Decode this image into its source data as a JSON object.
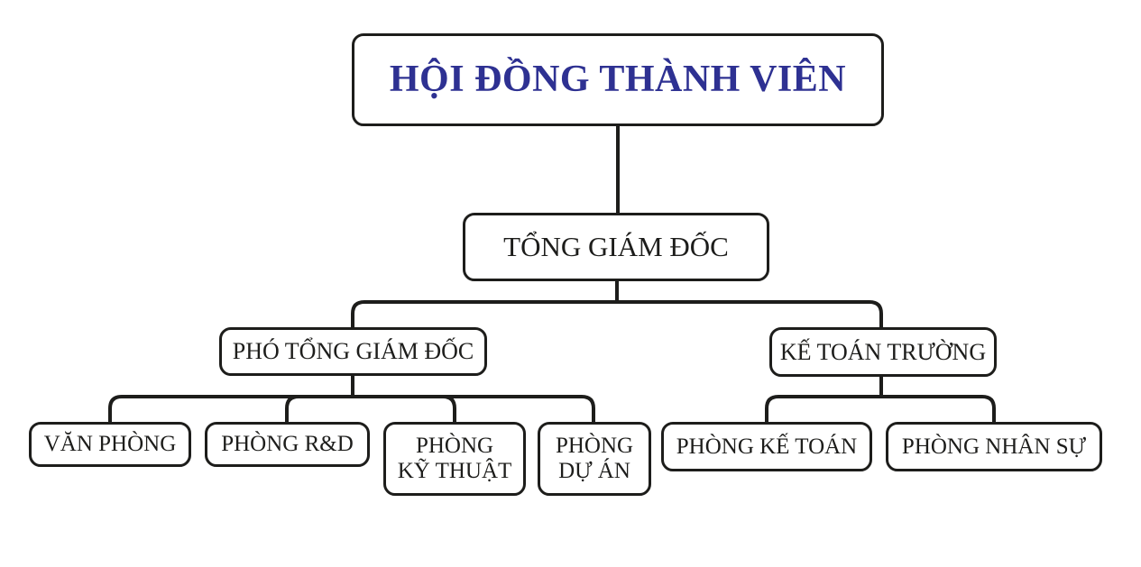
{
  "diagram": {
    "type": "org-chart",
    "background_color": "#ffffff",
    "line_color": "#1d1d1b",
    "node_border_color": "#1d1d1b",
    "node_text_color": "#1d1d1b",
    "root_title_color": "#2e3192",
    "nodes": {
      "board": {
        "label": "HỘI ĐỒNG THÀNH VIÊN"
      },
      "ceo": {
        "label": "TỔNG GIÁM ĐỐC"
      },
      "deputy": {
        "label": "PHÓ TỔNG GIÁM ĐỐC"
      },
      "chief_accountant": {
        "label": "KẾ TOÁN TRƯỜNG"
      },
      "office": {
        "label": "VĂN PHÒNG"
      },
      "rnd": {
        "label": "PHÒNG R&D"
      },
      "technical": {
        "label": "PHÒNG\nKỸ THUẬT"
      },
      "project": {
        "label": "PHÒNG\nDỰ ÁN"
      },
      "accounting": {
        "label": "PHÒNG KẾ TOÁN"
      },
      "hr": {
        "label": "PHÒNG NHÂN SỰ"
      }
    },
    "edges": [
      {
        "from": "board",
        "to": "ceo"
      },
      {
        "from": "ceo",
        "to": "deputy"
      },
      {
        "from": "ceo",
        "to": "chief_accountant"
      },
      {
        "from": "deputy",
        "to": "office"
      },
      {
        "from": "deputy",
        "to": "rnd"
      },
      {
        "from": "deputy",
        "to": "technical"
      },
      {
        "from": "deputy",
        "to": "project"
      },
      {
        "from": "chief_accountant",
        "to": "accounting"
      },
      {
        "from": "chief_accountant",
        "to": "hr"
      }
    ]
  }
}
